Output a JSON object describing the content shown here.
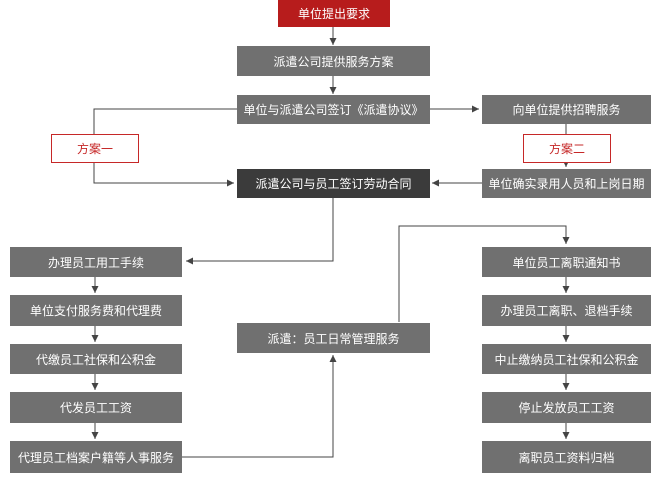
{
  "colors": {
    "start": "#b71c1c",
    "step": "#707070",
    "key": "#3b3b3b",
    "plan": "#c62828",
    "line": "#444444"
  },
  "flow": {
    "start": "单位提出要求",
    "proposal": "派遣公司提供服务方案",
    "agreement": "单位与派遣公司签订《派遣协议》",
    "recruit": "向单位提供招聘服务",
    "plan_one": "方案一",
    "plan_two": "方案二",
    "confirm": "单位确实录用人员和上岗日期",
    "contract": "派遣公司与员工签订劳动合同",
    "daily": "派遣：员工日常管理服务"
  },
  "left_steps": [
    "办理员工用工手续",
    "单位支付服务费和代理费",
    "代缴员工社保和公积金",
    "代发员工工资",
    "代理员工档案户籍等人事服务"
  ],
  "right_steps": [
    "单位员工离职通知书",
    "办理员工离职、退档手续",
    "中止缴纳员工社保和公积金",
    "停止发放员工工资",
    "离职员工资料归档"
  ]
}
